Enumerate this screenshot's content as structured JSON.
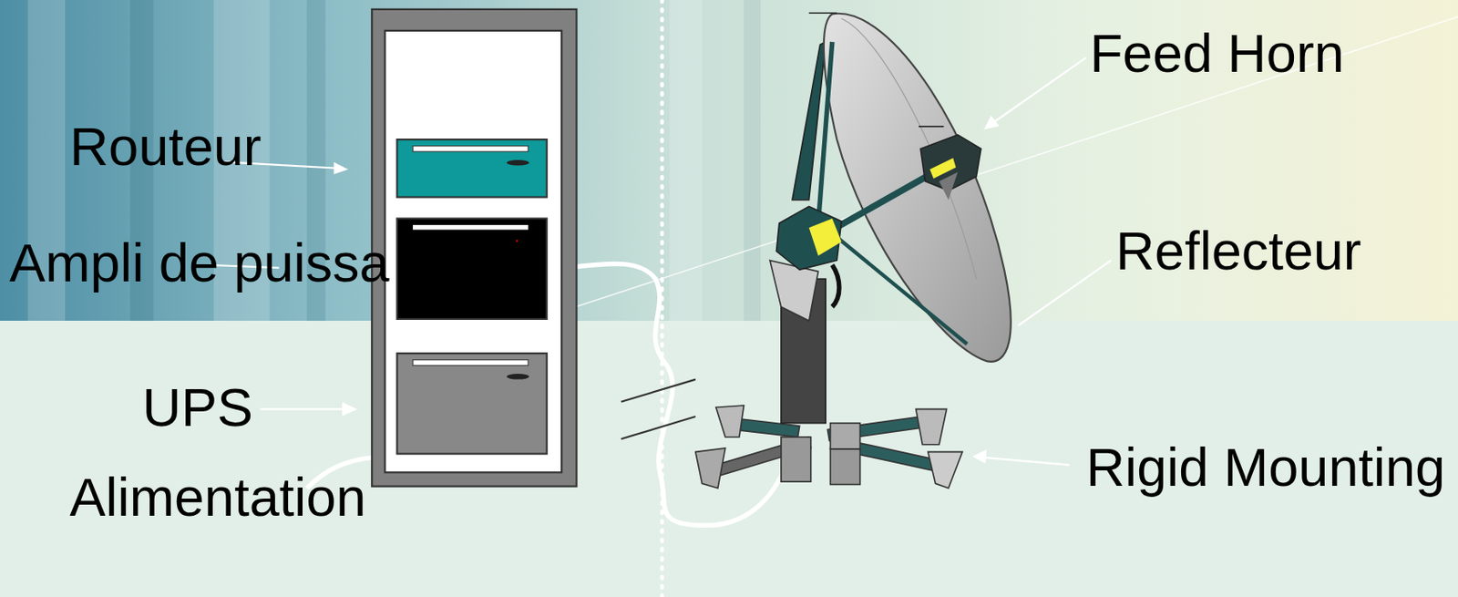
{
  "diagram": {
    "labels": [
      "Routeur",
      "Ampli de puissa",
      "UPS",
      "Alimentation",
      "Feed Horn",
      "Reflecteur",
      "Rigid Mounting"
    ]
  }
}
